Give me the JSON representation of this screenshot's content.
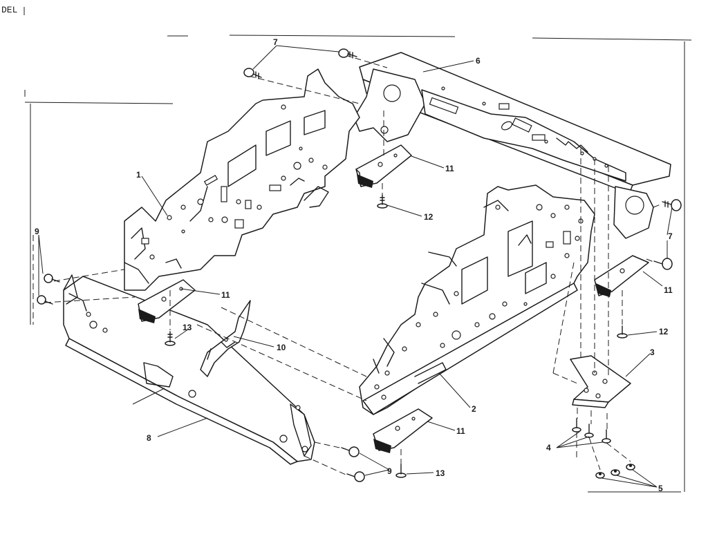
{
  "header": {
    "model_text": "DEL"
  },
  "callouts": {
    "c1": "1",
    "c2": "2",
    "c3": "3",
    "c4": "4",
    "c5": "5",
    "c6": "6",
    "c7a": "7",
    "c7b": "7",
    "c8": "8",
    "c9a": "9",
    "c9b": "9",
    "c10": "10",
    "c11a": "11",
    "c11b": "11",
    "c11c": "11",
    "c11d": "11",
    "c12a": "12",
    "c12b": "12",
    "c13a": "13",
    "c13b": "13"
  }
}
